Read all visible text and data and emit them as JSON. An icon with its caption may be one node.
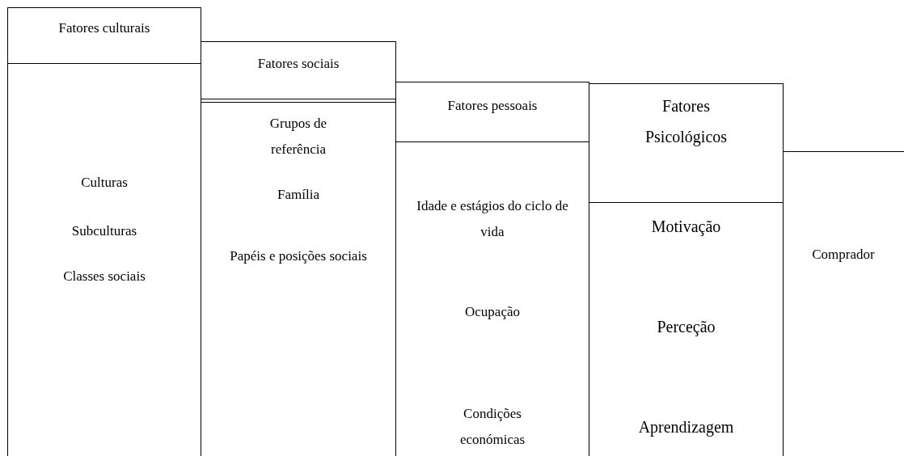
{
  "diagram": {
    "nodes": [
      {
        "text": [
          "Fatores culturais"
        ]
      },
      {
        "text": [
          "Culturas",
          "Subculturas",
          "Classes sociais"
        ]
      },
      {
        "text": [
          "Fatores sociais"
        ]
      },
      {
        "text": [
          "Grupos de referência",
          "Família",
          "Papéis e posições sociais"
        ]
      },
      {
        "text": [
          "Fatores pessoais"
        ]
      },
      {
        "text": [
          "Idade e estágios do ciclo de vida",
          "Ocupação",
          "Condições económicas"
        ]
      },
      {
        "text": [
          "Fatores Psicológicos"
        ]
      },
      {
        "text": [
          "Motivação",
          "Perceção",
          "Aprendizagem"
        ]
      },
      {
        "text": [
          "Comprador"
        ]
      }
    ]
  }
}
